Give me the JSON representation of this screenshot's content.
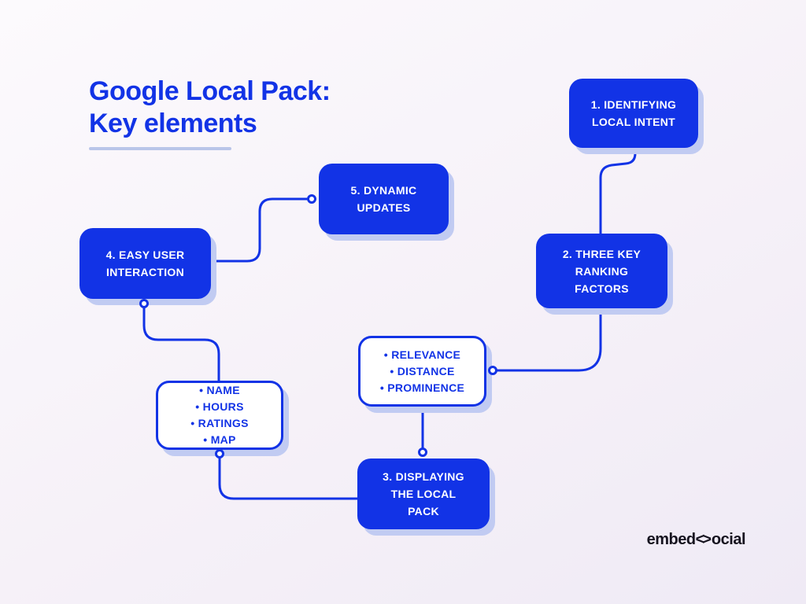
{
  "title": {
    "line1": "Google Local Pack:",
    "line2": "Key elements"
  },
  "nodes": {
    "identifying": {
      "lines": [
        "1. IDENTIFYING",
        "LOCAL INTENT"
      ]
    },
    "ranking": {
      "lines": [
        "2. THREE KEY",
        "RANKING",
        "FACTORS"
      ]
    },
    "displaying": {
      "lines": [
        "3. DISPLAYING",
        "THE LOCAL",
        "PACK"
      ]
    },
    "interaction": {
      "lines": [
        "4. EASY USER",
        "INTERACTION"
      ]
    },
    "updates": {
      "lines": [
        "5. DYNAMIC",
        "UPDATES"
      ]
    },
    "factors_list": {
      "items": [
        "• RELEVANCE",
        "• DISTANCE",
        "• PROMINENCE"
      ]
    },
    "elements_list": {
      "items": [
        "• NAME",
        "• HOURS",
        "• RATINGS",
        "• MAP"
      ]
    }
  },
  "logo": {
    "prefix": "embed",
    "glyph": "<>",
    "suffix": "ocial"
  },
  "colors": {
    "brand_blue": "#1233e6",
    "node_shadow": "#c1cbf2",
    "underline": "#b9c5e9",
    "background_start": "#fcfafd",
    "background_end": "#efeaf5",
    "logo_text": "#16131f"
  }
}
